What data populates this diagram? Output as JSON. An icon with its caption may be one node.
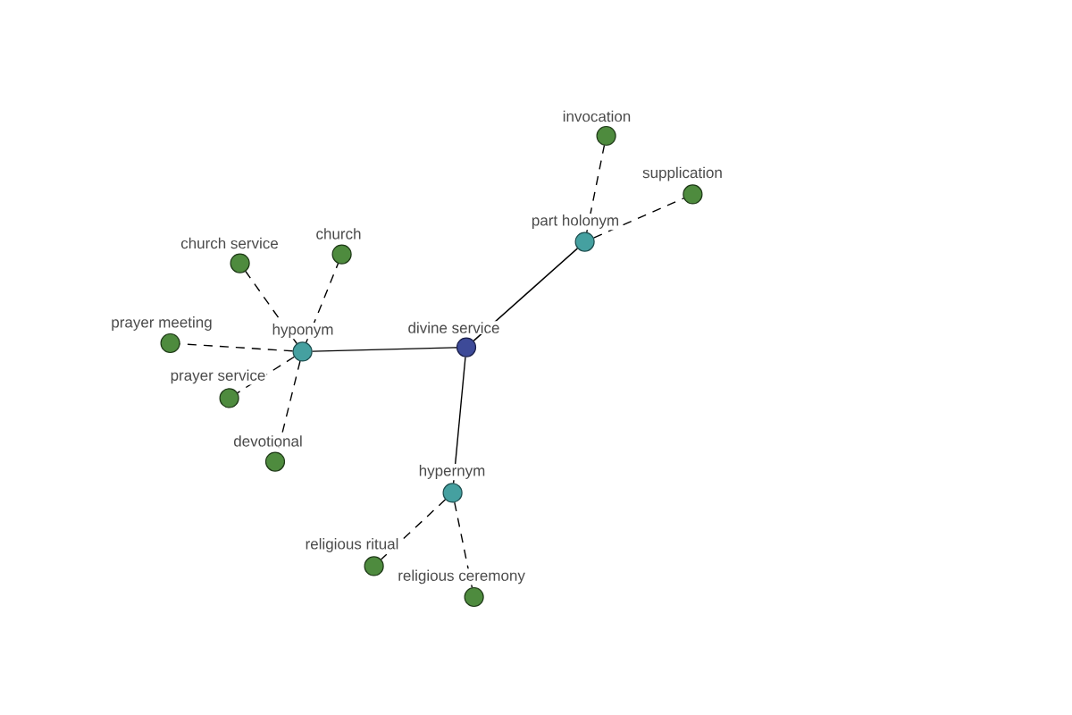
{
  "diagram": {
    "nodes": [
      {
        "text": [
          "invocation"
        ]
      },
      {
        "text": [
          "supplication"
        ]
      },
      {
        "text": [
          "part holonym"
        ]
      },
      {
        "text": [
          "church service"
        ]
      },
      {
        "text": [
          "church"
        ]
      },
      {
        "text": [
          "prayer meeting"
        ]
      },
      {
        "text": [
          "hyponym"
        ]
      },
      {
        "text": [
          "divine service"
        ]
      },
      {
        "text": [
          "prayer service"
        ]
      },
      {
        "text": [
          "devotional"
        ]
      },
      {
        "text": [
          "hypernym"
        ]
      },
      {
        "text": [
          "religious ritual"
        ]
      },
      {
        "text": [
          "religious ceremony"
        ]
      }
    ],
    "edges": [
      {
        "from": 7,
        "to": 6,
        "arrow": "none"
      },
      {
        "from": 7,
        "to": 2,
        "arrow": "none"
      },
      {
        "from": 7,
        "to": 10,
        "arrow": "none"
      },
      {
        "from": 6,
        "to": 3,
        "arrow": "none",
        "style": "dashed"
      },
      {
        "from": 6,
        "to": 4,
        "arrow": "none",
        "style": "dashed"
      },
      {
        "from": 6,
        "to": 5,
        "arrow": "none",
        "style": "dashed"
      },
      {
        "from": 6,
        "to": 8,
        "arrow": "none",
        "style": "dashed"
      },
      {
        "from": 6,
        "to": 9,
        "arrow": "none",
        "style": "dashed"
      },
      {
        "from": 2,
        "to": 0,
        "arrow": "none",
        "style": "dashed"
      },
      {
        "from": 2,
        "to": 1,
        "arrow": "none",
        "style": "dashed"
      },
      {
        "from": 10,
        "to": 11,
        "arrow": "none",
        "style": "dashed"
      },
      {
        "from": 10,
        "to": 12,
        "arrow": "none",
        "style": "dashed"
      }
    ]
  }
}
